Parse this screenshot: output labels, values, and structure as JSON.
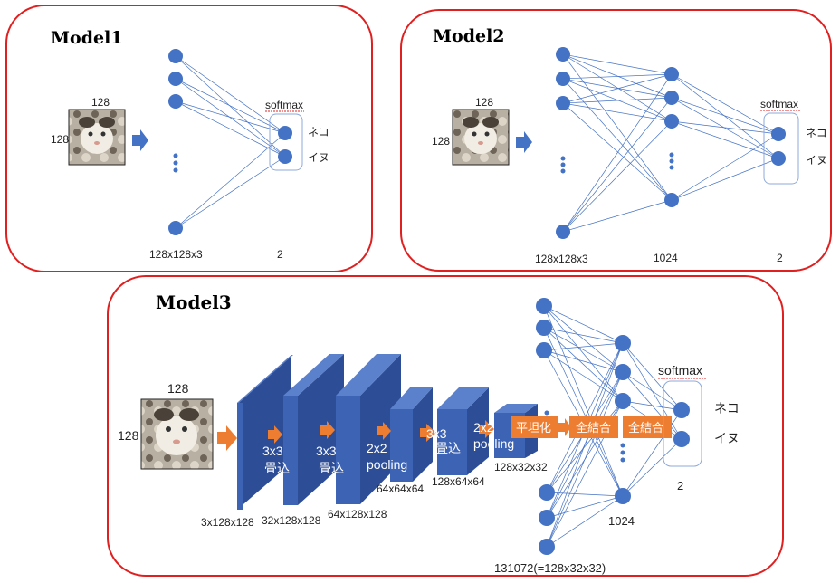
{
  "model1": {
    "title": "Model1",
    "img_w": "128",
    "img_h": "128",
    "input_label": "128x128x3",
    "softmax": "softmax",
    "out_neko": "ネコ",
    "out_inu": "イヌ",
    "out_count": "2"
  },
  "model2": {
    "title": "Model2",
    "img_w": "128",
    "img_h": "128",
    "input_label": "128x128x3",
    "hidden_label": "1024",
    "softmax": "softmax",
    "out_neko": "ネコ",
    "out_inu": "イヌ",
    "out_count": "2"
  },
  "model3": {
    "title": "Model3",
    "img_w": "128",
    "img_h": "128",
    "conv1": {
      "line1": "3x3",
      "line2": "畳込"
    },
    "conv2": {
      "line1": "3x3",
      "line2": "畳込"
    },
    "pool1": {
      "line1": "2x2",
      "line2": "pooling"
    },
    "conv3": {
      "line1": "3x3",
      "line2": "畳込"
    },
    "pool2": {
      "line1": "2x2",
      "line2": "pooling"
    },
    "dim1": "3x128x128",
    "dim2": "32x128x128",
    "dim3": "64x128x128",
    "dim4": "64x64x64",
    "dim5": "128x64x64",
    "dim6": "128x32x32",
    "flatten": "平坦化",
    "fc1": "全結合",
    "fc2": "全結合",
    "flat_label": "131072(=128x32x32)",
    "hidden_label": "1024",
    "softmax": "softmax",
    "out_neko": "ネコ",
    "out_inu": "イヌ",
    "out_count": "2"
  },
  "colors": {
    "node": "#4472C4",
    "edge": "#4472C4",
    "frame": "#E02020",
    "arrow": "#4472C4",
    "orange": "#ED7D31",
    "block_front": "#3D63B5",
    "block_top": "#5B80CC",
    "block_side": "#2D4E96"
  }
}
